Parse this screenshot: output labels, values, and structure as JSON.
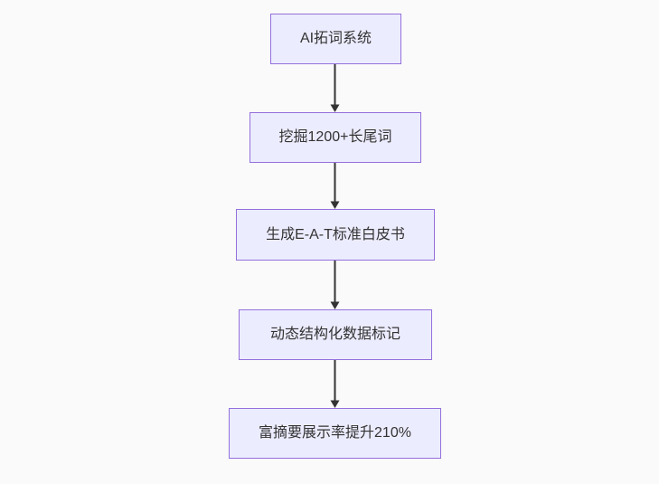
{
  "canvas": {
    "background_color": "#fafafa"
  },
  "flowchart": {
    "type": "flowchart",
    "direction": "top-down",
    "node_fill_color": "#ECECFF",
    "node_border_color": "#9370DB",
    "text_color": "#333333",
    "arrow_color": "#333333",
    "nodes": [
      {
        "label": "AI拓词系统"
      },
      {
        "label": "挖掘1200+长尾词"
      },
      {
        "label": "生成E-A-T标准白皮书"
      },
      {
        "label": "动态结构化数据标记"
      },
      {
        "label": "富摘要展示率提升210%"
      }
    ],
    "edges": [
      {
        "from": "AI拓词系统",
        "to": "挖掘1200+长尾词",
        "style": "arrow-down"
      },
      {
        "from": "挖掘1200+长尾词",
        "to": "生成E-A-T标准白皮书",
        "style": "arrow-down"
      },
      {
        "from": "生成E-A-T标准白皮书",
        "to": "动态结构化数据标记",
        "style": "arrow-down"
      },
      {
        "from": "动态结构化数据标记",
        "to": "富摘要展示率提升210%",
        "style": "arrow-down"
      }
    ]
  }
}
